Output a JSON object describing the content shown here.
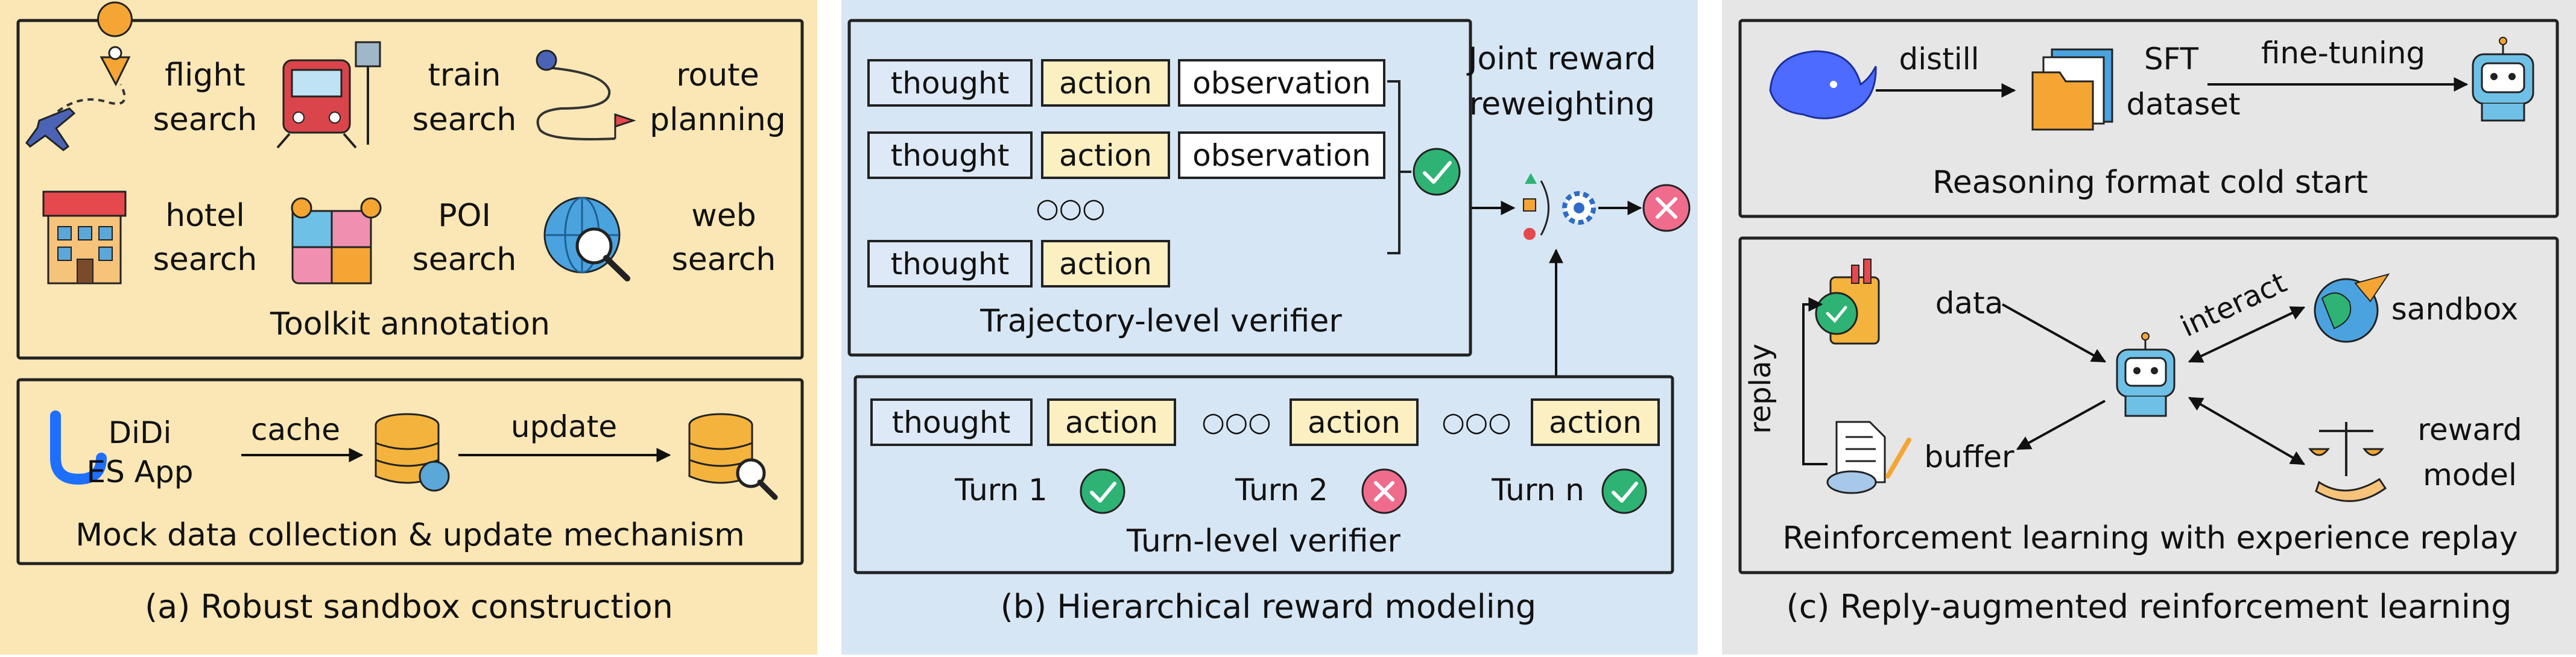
{
  "colors": {
    "panel_a_bg": "#fbe7b5",
    "panel_b_bg": "#d7e6f4",
    "panel_c_bg": "#e6e6e6",
    "thought_box": "#dde9f6",
    "action_box": "#fcefc2",
    "observation_box": "#ffffff",
    "check_green": "#2eb374",
    "cross_red": "#f06c8d"
  },
  "panel_a": {
    "caption": "(a) Robust sandbox construction",
    "toolkit": {
      "title": "Toolkit annotation",
      "tools": [
        {
          "line1": "flight",
          "line2": "search",
          "icon": "flight-search-icon"
        },
        {
          "line1": "train",
          "line2": "search",
          "icon": "train-icon"
        },
        {
          "line1": "route",
          "line2": "planning",
          "icon": "route-planning-icon"
        },
        {
          "line1": "hotel",
          "line2": "search",
          "icon": "hotel-icon"
        },
        {
          "line1": "POI",
          "line2": "search",
          "icon": "poi-map-icon"
        },
        {
          "line1": "web",
          "line2": "search",
          "icon": "web-search-icon"
        }
      ]
    },
    "mock": {
      "title": "Mock data collection & update mechanism",
      "app_line1": "DiDi",
      "app_line2": "ES App",
      "cache_label": "cache",
      "update_label": "update"
    }
  },
  "panel_b": {
    "caption": "(b) Hierarchical reward modeling",
    "trajectory": {
      "title": "Trajectory-level verifier",
      "thought": "thought",
      "action": "action",
      "observation": "observation",
      "ellipsis": "○○○"
    },
    "joint_line1": "Joint reward",
    "joint_line2": "reweighting",
    "turn": {
      "title": "Turn-level verifier",
      "thought": "thought",
      "action": "action",
      "ellipsis": "○○○",
      "turns": [
        {
          "label": "Turn 1",
          "result": "check"
        },
        {
          "label": "Turn 2",
          "result": "cross"
        },
        {
          "label": "Turn n",
          "result": "check"
        }
      ]
    }
  },
  "panel_c": {
    "caption": "(c) Reply-augmented reinforcement learning",
    "cold_start": {
      "title": "Reasoning format cold start",
      "distill": "distill",
      "sft_line1": "SFT",
      "sft_line2": "dataset",
      "finetune": "fine-tuning"
    },
    "rl": {
      "title": "Reinforcement learning with experience replay",
      "data": "data",
      "buffer": "buffer",
      "replay": "replay",
      "interact": "interact",
      "sandbox": "sandbox",
      "reward_line1": "reward",
      "reward_line2": "model"
    }
  }
}
